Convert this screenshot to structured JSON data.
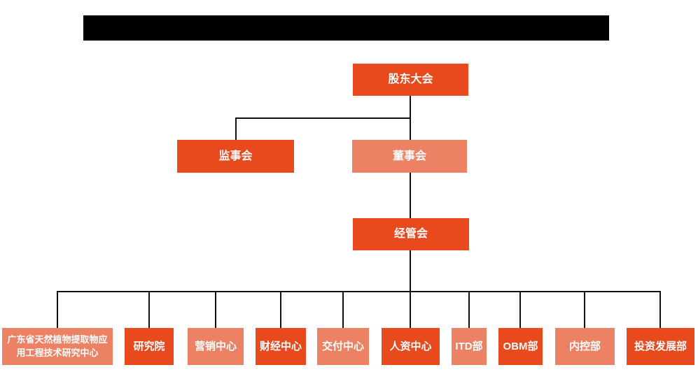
{
  "colors": {
    "primary": "#E8491D",
    "secondary": "#ED8164",
    "line": "#111111",
    "redaction": "#000000",
    "node_text": "#ffffff",
    "background": "#ffffff"
  },
  "title_bar": {
    "style": "redacted-black-bar",
    "text": ""
  },
  "org": {
    "root": {
      "label": "股东大会",
      "variant": "primary"
    },
    "supervisors": {
      "label": "监事会",
      "variant": "primary"
    },
    "directors": {
      "label": "董事会",
      "variant": "secondary"
    },
    "management": {
      "label": "经管会",
      "variant": "primary"
    },
    "departments": [
      {
        "label": "广东省天然植物提取物应用工程技术研究中心",
        "variant": "secondary"
      },
      {
        "label": "研究院",
        "variant": "primary"
      },
      {
        "label": "营销中心",
        "variant": "secondary"
      },
      {
        "label": "财经中心",
        "variant": "primary"
      },
      {
        "label": "交付中心",
        "variant": "secondary"
      },
      {
        "label": "人资中心",
        "variant": "primary"
      },
      {
        "label": "ITD部",
        "variant": "secondary"
      },
      {
        "label": "OBM部",
        "variant": "primary"
      },
      {
        "label": "内控部",
        "variant": "secondary"
      },
      {
        "label": "投资发展部",
        "variant": "primary"
      }
    ]
  }
}
